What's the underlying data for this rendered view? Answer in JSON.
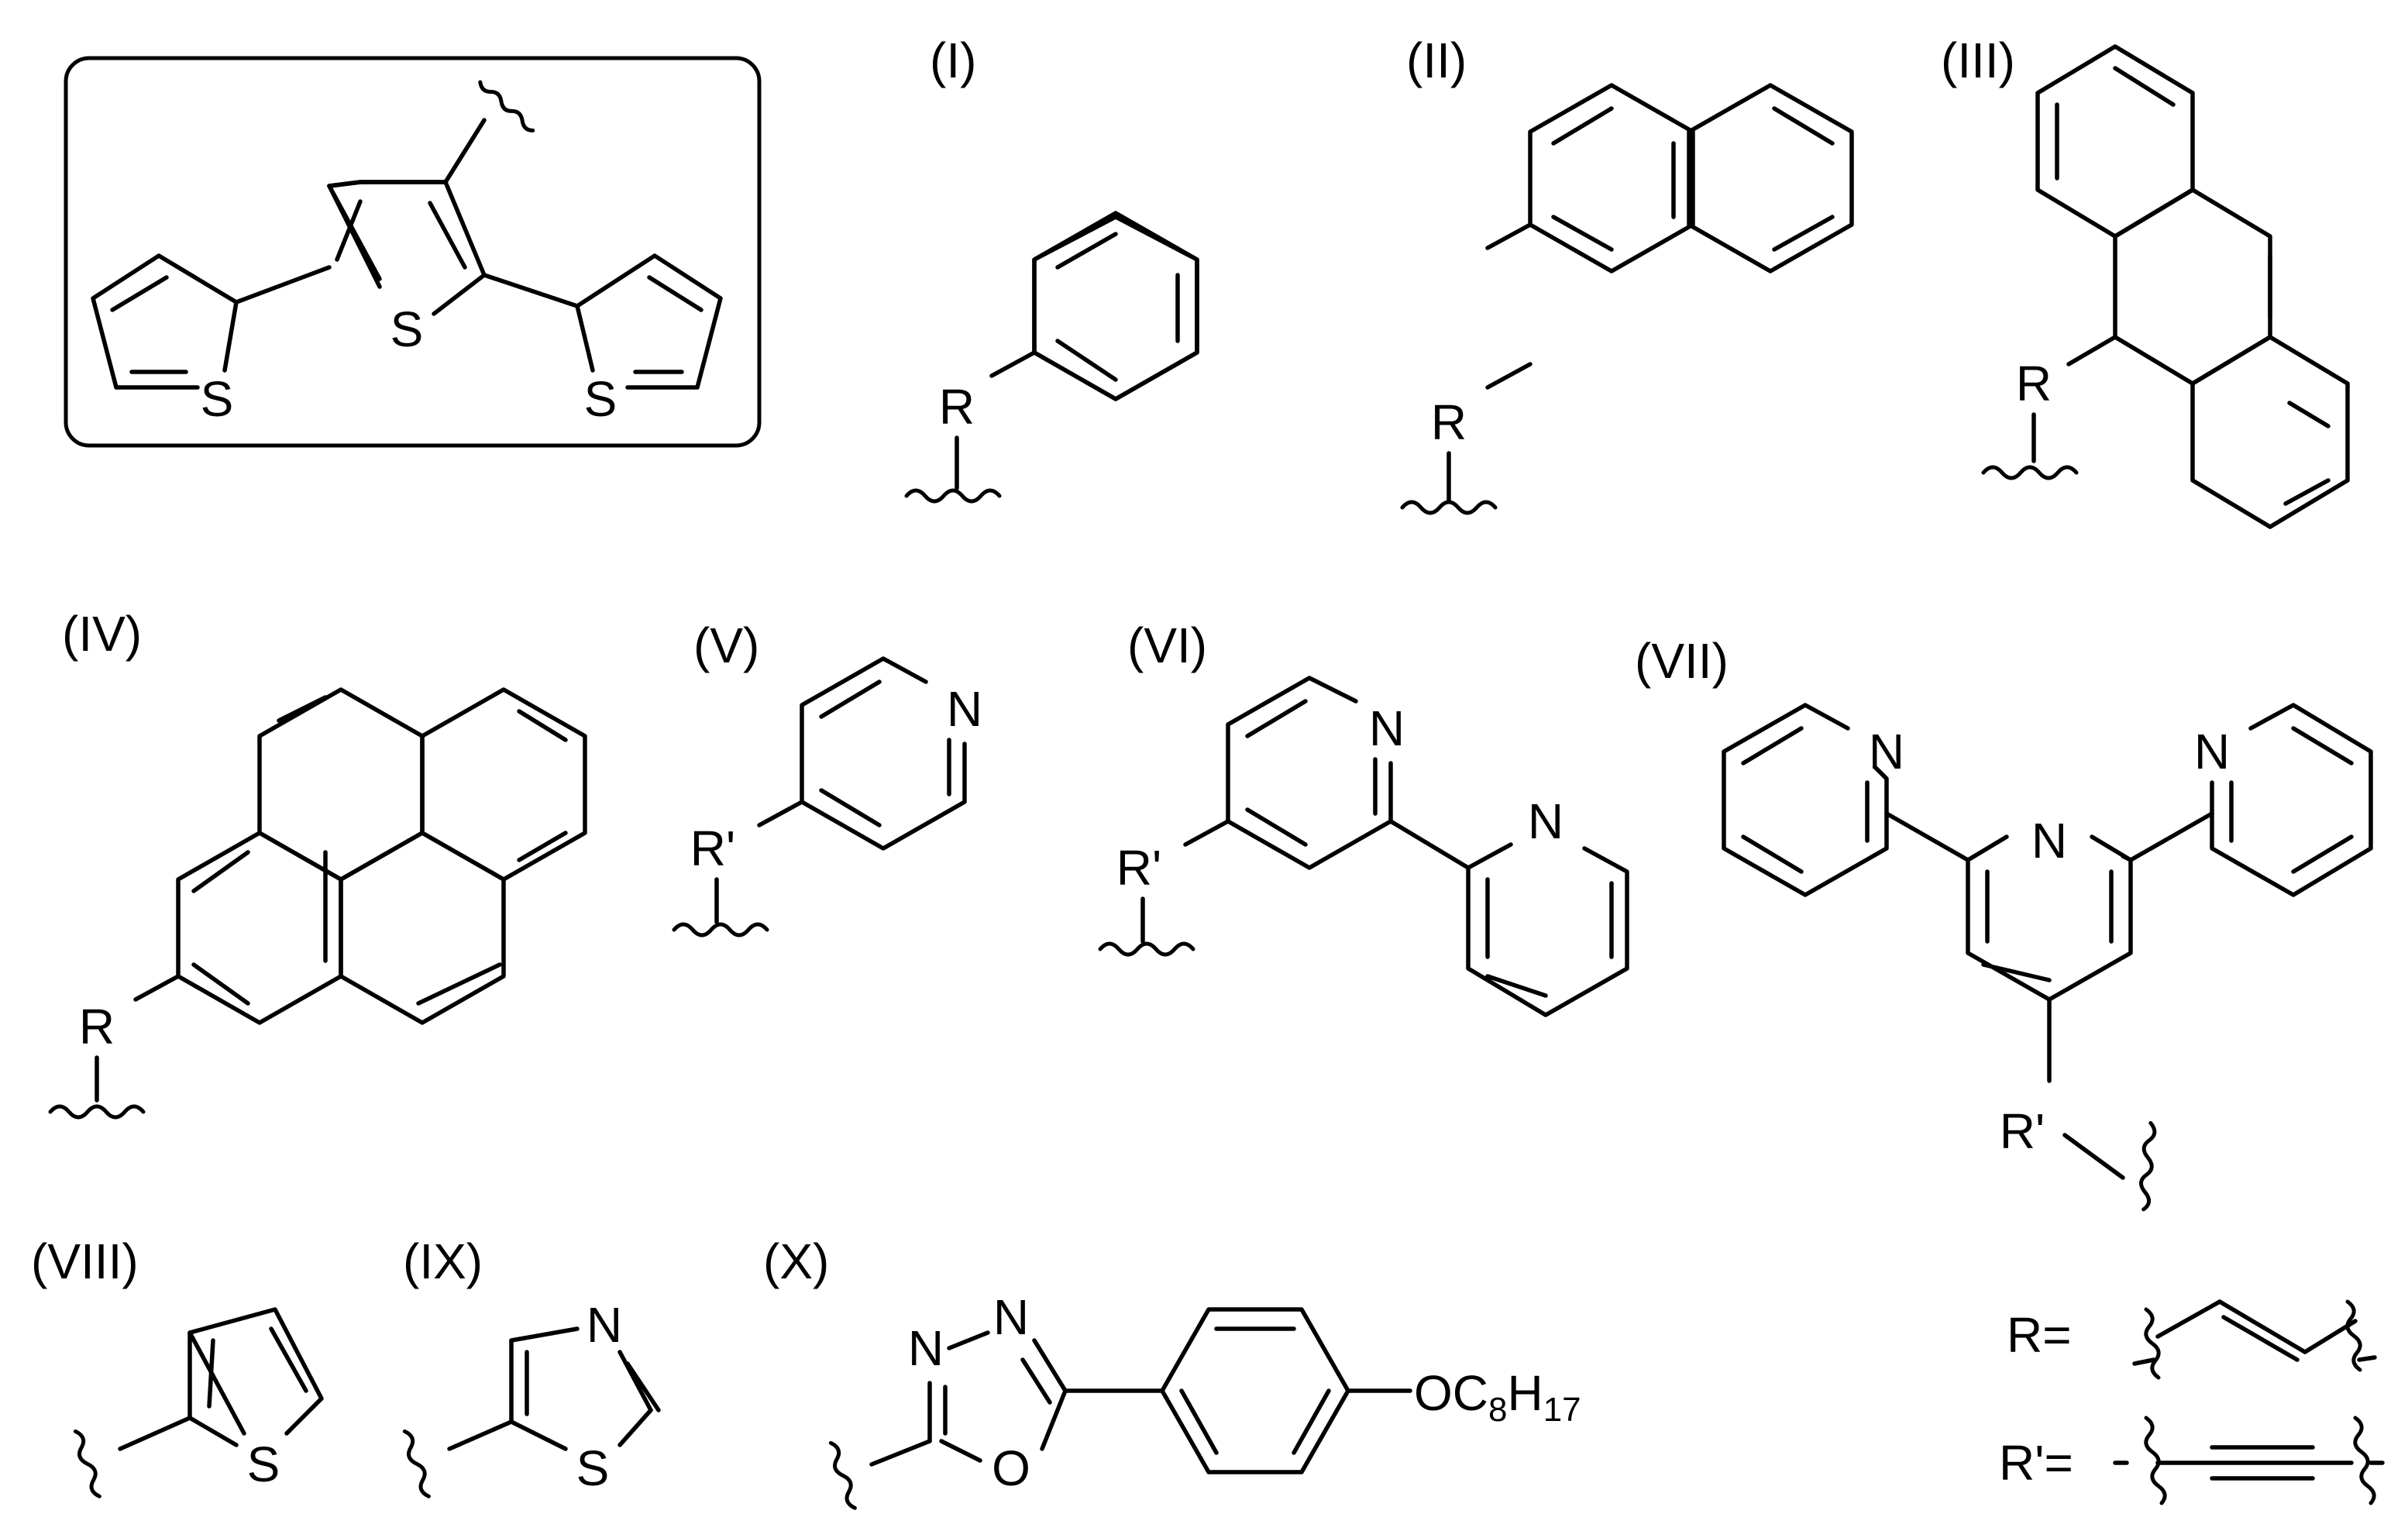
{
  "labels": {
    "I": "(I)",
    "II": "(II)",
    "III": "(III)",
    "IV": "(IV)",
    "V": "(V)",
    "VI": "(VI)",
    "VII": "(VII)",
    "VIII": "(VIII)",
    "IX": "(IX)",
    "X": "(X)"
  },
  "atoms": {
    "S": "S",
    "N": "N",
    "O": "O",
    "R": "R",
    "R_prime": "R'"
  },
  "substituent": {
    "prefix": "OC",
    "sub1": "8",
    "mid": "H",
    "sub2": "17"
  },
  "legend": {
    "R_def": "R=",
    "Rp_def": "R'="
  }
}
